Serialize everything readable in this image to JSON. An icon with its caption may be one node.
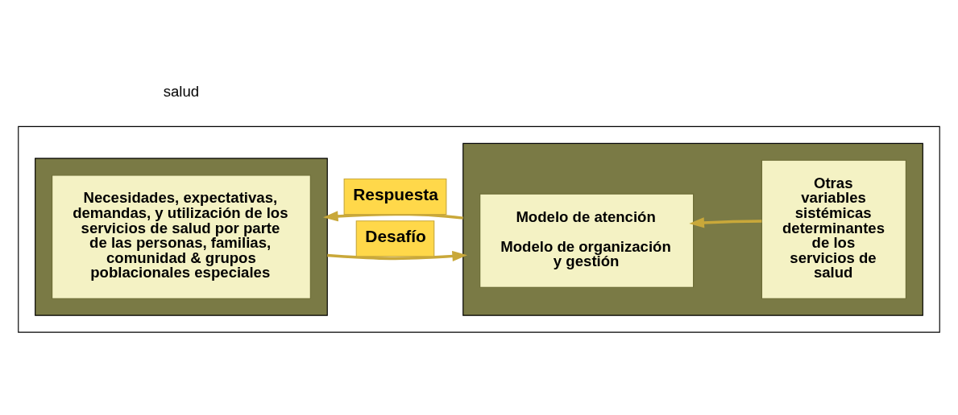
{
  "diagram": {
    "nodes": [
      {
        "text": [],
        "shape": "box"
      },
      {
        "text": [],
        "shape": "box",
        "in": 0
      },
      {
        "text": [
          "Necesidades, expectativas, demandas, y utilización de los servicios de salud por parte de las personas, familias, comunidad & grupos poblacionales especiales"
        ],
        "in": 1
      },
      {
        "text": [],
        "shape": "box",
        "in": 0
      },
      {
        "text": [
          "Modelo de atención",
          "Modelo de organización y gestión"
        ],
        "in": 3
      },
      {
        "text": [
          "Otras variables sistémicas determinantes de los servicios de salud"
        ],
        "in": 3
      }
    ],
    "edges": [
      {
        "from": 5,
        "to": 4,
        "arrow": "to"
      },
      {
        "from": 1,
        "to": 3,
        "arrow": "to",
        "label": "Desafío"
      },
      {
        "from": 3,
        "to": 1,
        "arrow": "to",
        "label": "Respuesta"
      }
    ],
    "labels": [
      "salud"
    ]
  }
}
